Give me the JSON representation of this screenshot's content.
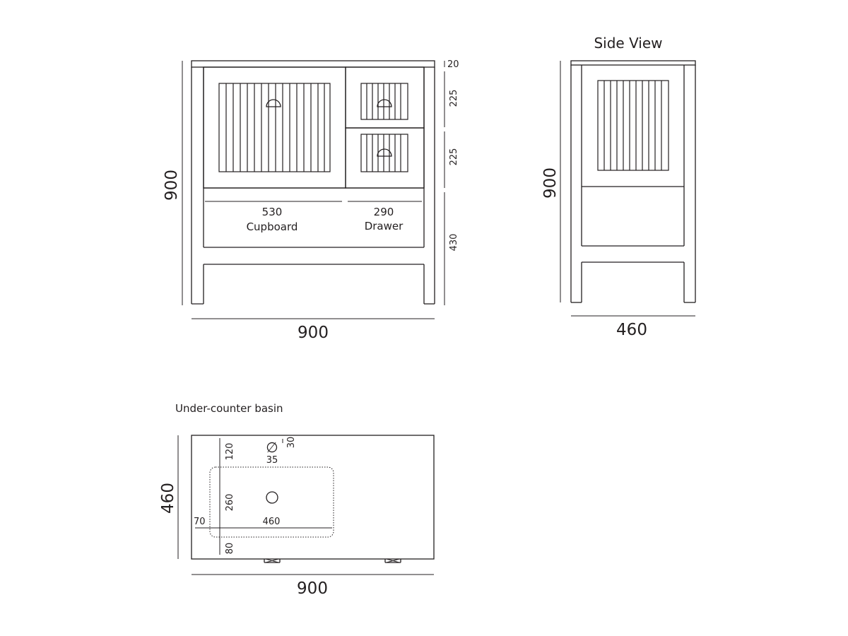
{
  "front_view": {
    "height_label": "900",
    "width_label": "900",
    "dim_top": "20",
    "dim_drawer1": "225",
    "dim_drawer2": "225",
    "dim_legs": "430",
    "cupboard_value": "530",
    "cupboard_label": "Cupboard",
    "drawer_value": "290",
    "drawer_label": "Drawer"
  },
  "side_view": {
    "title": "Side View",
    "height_label": "900",
    "width_label": "460"
  },
  "basin_view": {
    "title": "Under-counter basin",
    "height_label": "460",
    "width_label": "900",
    "dim_120": "120",
    "dim_30": "30",
    "dim_tap_diameter": "35",
    "dim_260": "260",
    "dim_70": "70",
    "dim_460": "460",
    "dim_80": "80",
    "diameter_symbol": "∅"
  }
}
